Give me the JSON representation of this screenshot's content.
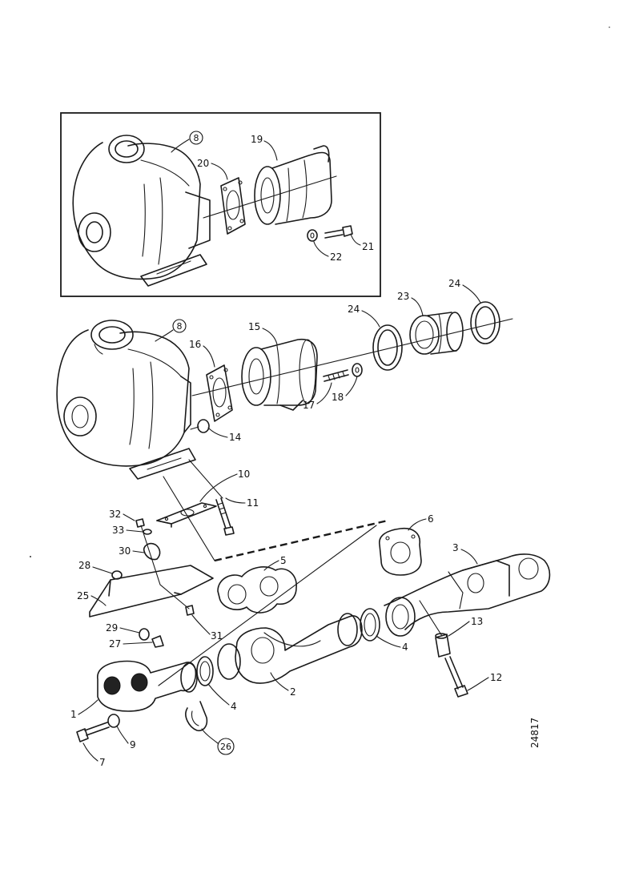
{
  "figure_code": "24817",
  "inset": {
    "callouts": [
      {
        "id": "c-8a",
        "text": "8",
        "circled": true
      },
      {
        "id": "c-19",
        "text": "19"
      },
      {
        "id": "c-20",
        "text": "20"
      },
      {
        "id": "c-21",
        "text": "21"
      },
      {
        "id": "c-22",
        "text": "22"
      }
    ]
  },
  "main": {
    "callouts": [
      {
        "id": "c-8b",
        "text": "8",
        "circled": true
      },
      {
        "id": "c-16",
        "text": "16"
      },
      {
        "id": "c-15",
        "text": "15"
      },
      {
        "id": "c-24a",
        "text": "24"
      },
      {
        "id": "c-23",
        "text": "23"
      },
      {
        "id": "c-24b",
        "text": "24"
      },
      {
        "id": "c-17",
        "text": "17"
      },
      {
        "id": "c-18",
        "text": "18"
      },
      {
        "id": "c-14",
        "text": "14"
      },
      {
        "id": "c-10",
        "text": "10"
      },
      {
        "id": "c-11",
        "text": "11"
      },
      {
        "id": "c-6",
        "text": "6"
      },
      {
        "id": "c-32",
        "text": "32"
      },
      {
        "id": "c-33",
        "text": "33"
      },
      {
        "id": "c-30",
        "text": "30"
      },
      {
        "id": "c-3",
        "text": "3"
      },
      {
        "id": "c-5",
        "text": "5"
      },
      {
        "id": "c-28",
        "text": "28"
      },
      {
        "id": "c-25",
        "text": "25"
      },
      {
        "id": "c-29",
        "text": "29"
      },
      {
        "id": "c-31",
        "text": "31"
      },
      {
        "id": "c-13",
        "text": "13"
      },
      {
        "id": "c-27",
        "text": "27"
      },
      {
        "id": "c-4a",
        "text": "4"
      },
      {
        "id": "c-2",
        "text": "2"
      },
      {
        "id": "c-12",
        "text": "12"
      },
      {
        "id": "c-1",
        "text": "1"
      },
      {
        "id": "c-4b",
        "text": "4"
      },
      {
        "id": "c-26",
        "text": "26",
        "circled": true
      },
      {
        "id": "c-9",
        "text": "9"
      },
      {
        "id": "c-7",
        "text": "7"
      }
    ]
  }
}
